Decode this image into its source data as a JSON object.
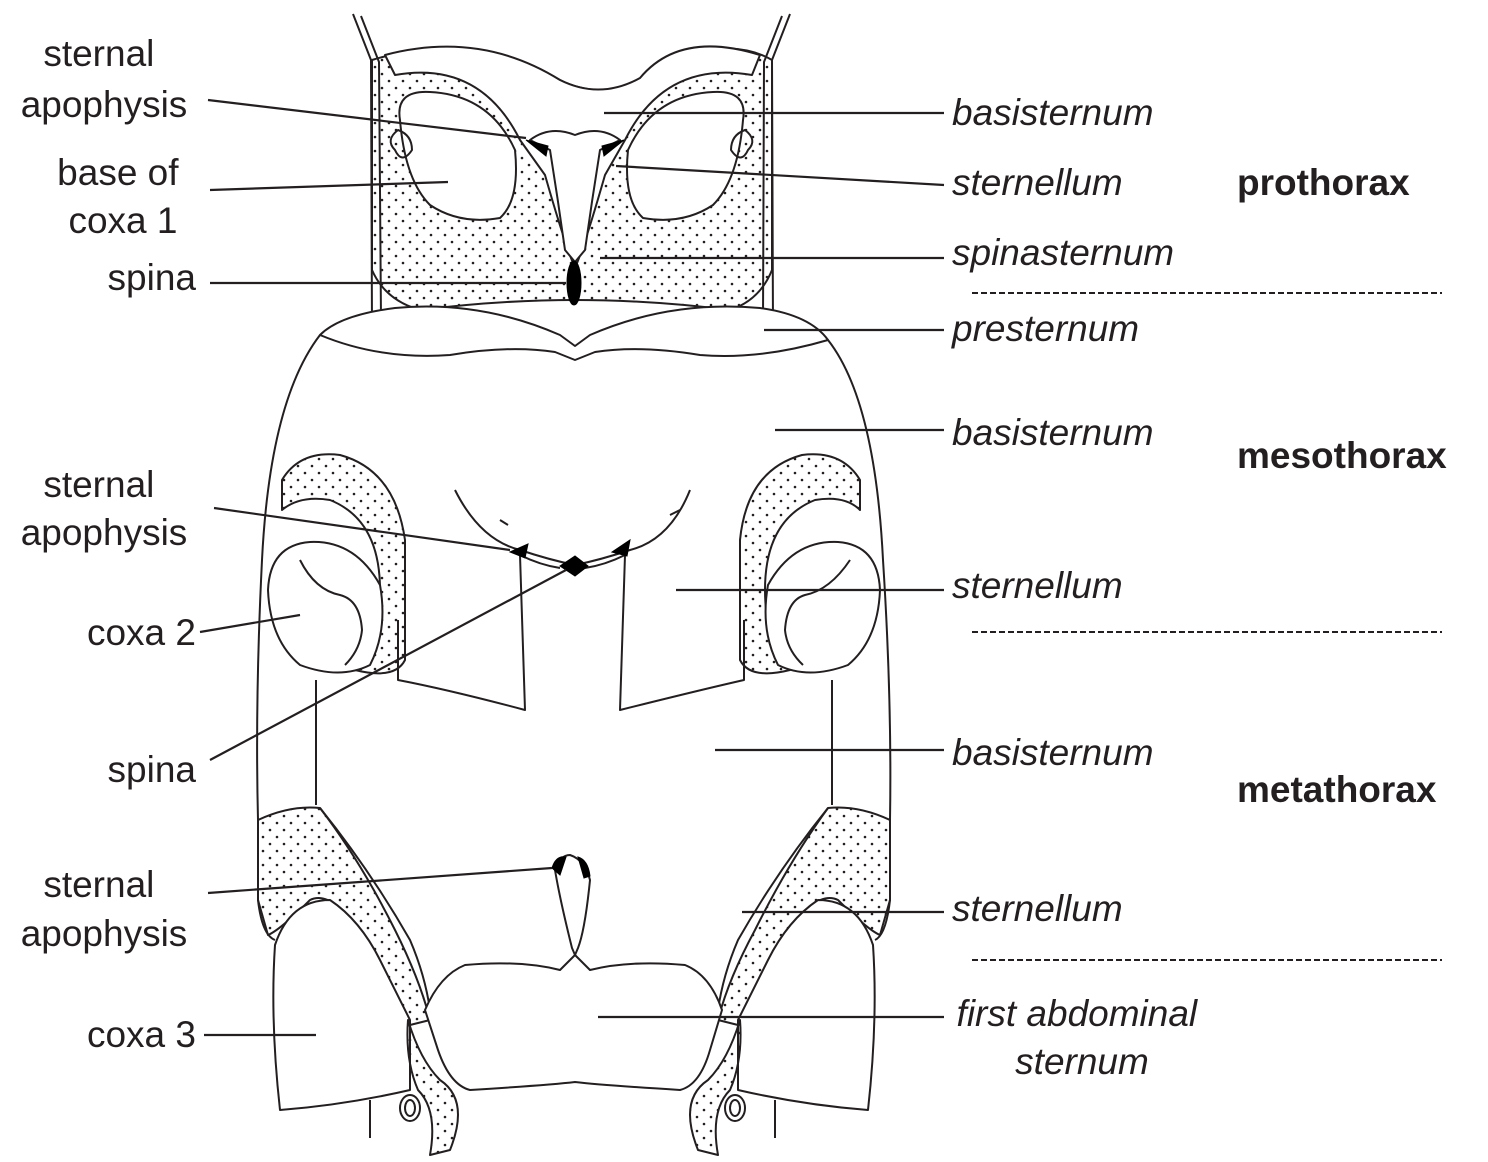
{
  "left_labels": {
    "sternal_apophysis_1": [
      "sternal",
      "apophysis"
    ],
    "base_of_coxa_1": [
      "base of",
      "coxa 1"
    ],
    "spina_1": "spina",
    "sternal_apophysis_2": [
      "sternal",
      "apophysis"
    ],
    "coxa_2": "coxa 2",
    "spina_2": "spina",
    "sternal_apophysis_3": [
      "sternal",
      "apophysis"
    ],
    "coxa_3": "coxa 3"
  },
  "right_labels": {
    "basisternum_1": "basisternum",
    "sternellum_1": "sternellum",
    "spinasternum": "spinasternum",
    "presternum": "presternum",
    "basisternum_2": "basisternum",
    "sternellum_2": "sternellum",
    "basisternum_3": "basisternum",
    "sternellum_3": "sternellum",
    "first_abdominal_sternum": [
      "first abdominal",
      "sternum"
    ]
  },
  "regions": {
    "prothorax": "prothorax",
    "mesothorax": "mesothorax",
    "metathorax": "metathorax"
  },
  "colors": {
    "line": "#231f20",
    "background": "#ffffff"
  }
}
